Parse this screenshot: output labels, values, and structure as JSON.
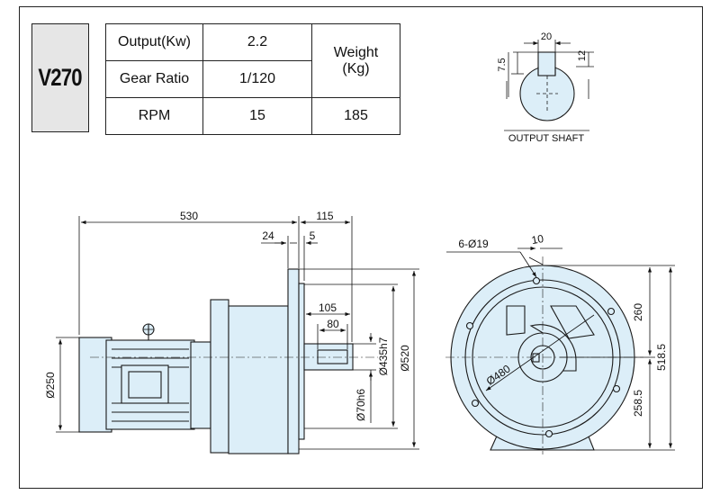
{
  "model": "V270",
  "spec": {
    "output_label": "Output(Kw)",
    "output_value": "2.2",
    "gear_ratio_label": "Gear  Ratio",
    "gear_ratio_value": "1/120",
    "rpm_label": "RPM",
    "rpm_value": "15",
    "weight_label_1": "Weight",
    "weight_label_2": "(Kg)",
    "weight_value": "185"
  },
  "output_shaft": {
    "caption": "OUTPUT SHAFT",
    "key_width": "20",
    "left_dim": "7.5",
    "right_dim": "12"
  },
  "side_view": {
    "overall_length": "530",
    "flange_to_shaft_end": "115",
    "flange_thickness": "24",
    "shaft_offset": "5",
    "shaft_length": "105",
    "key_length": "80",
    "motor_diameter": "Ø250",
    "shaft_diameter": "Ø70h6",
    "spigot_diameter": "Ø435h7",
    "flange_diameter": "Ø520"
  },
  "front_view": {
    "holes": "6-Ø19",
    "hole_offset": "10",
    "pcd": "Ø480",
    "upper_height": "260",
    "lower_height": "258.5",
    "total_height": "518.5"
  },
  "colors": {
    "fill": "#dceef8",
    "line": "#1a1a1a",
    "table_grey": "#e6e6e6"
  }
}
